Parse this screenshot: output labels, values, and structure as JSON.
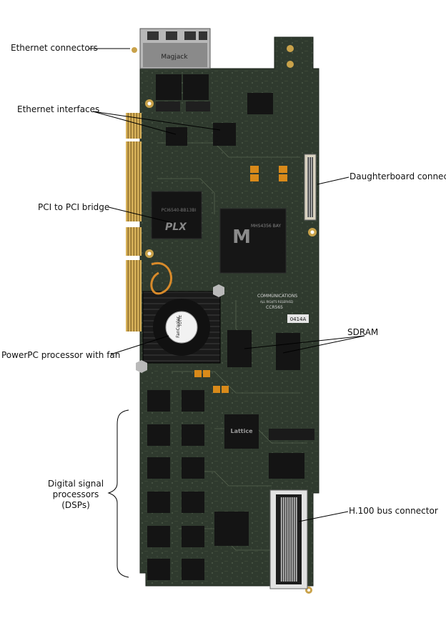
{
  "labels": {
    "ethernet_connectors": "Ethernet connectors",
    "ethernet_interfaces": "Ethernet interfaces",
    "daughterboard_connector": "Daughterboard connector",
    "pci_bridge": "PCI to PCI bridge",
    "sdram": "SDRAM",
    "powerpc": "PowerPC processor with fan",
    "dsp_line1": "Digital signal",
    "dsp_line2": "processors",
    "dsp_line3": "(DSPs)",
    "h100": "H.100 bus connector"
  },
  "board_markings": {
    "jack_brand": "Magjack",
    "bridge_brand": "PLX",
    "bridge_part": "PCI6540-BB13BI",
    "processor_brand": "M",
    "processor_part": "MHS4356 BAY",
    "company": "COMMUNICATIONS",
    "rights": "ALL RIGHTS RESERVED",
    "board_id": "CCR565",
    "board_rev": "0414A",
    "fan_brand": "FanCooler",
    "fan_maker": "TOTTE",
    "fpga_brand": "Lattice"
  },
  "colors": {
    "pcb": "#2f3a2e",
    "gold": "#c9a24a",
    "chip": "#141414",
    "label_text": "#111111",
    "line": "#000000"
  }
}
